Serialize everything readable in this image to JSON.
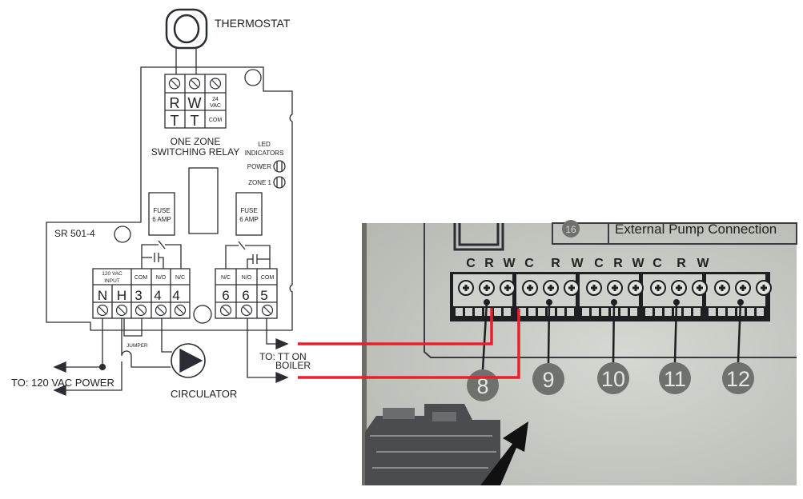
{
  "relay": {
    "thermostat_label": "THERMOSTAT",
    "top_terminals": {
      "row1": [
        "R",
        "W",
        "24 VAC"
      ],
      "row2": [
        "T",
        "T",
        "COM"
      ],
      "vac_line1": "24",
      "vac_line2": "VAC"
    },
    "title_line1": "ONE ZONE",
    "title_line2": "SWITCHING RELAY",
    "led_title_line1": "LED",
    "led_title_line2": "INDICATORS",
    "led_power": "POWER",
    "led_zone": "ZONE 1",
    "fuse_line1": "FUSE",
    "fuse_line2": "6 AMP",
    "model": "SR 501-4",
    "left_block": {
      "input_line1": "120 VAC",
      "input_line2": "INPUT",
      "headers": [
        "COM",
        "N/O",
        "N/C"
      ],
      "numbers": [
        "N",
        "H",
        "3",
        "4",
        "4"
      ]
    },
    "right_block": {
      "headers": [
        "N/C",
        "N/O",
        "COM"
      ],
      "numbers": [
        "6",
        "6",
        "5"
      ]
    },
    "jumper": "JUMPER",
    "power_label": "TO: 120 VAC POWER",
    "circulator_label": "CIRCULATOR",
    "boiler_label_line1": "TO: TT ON",
    "boiler_label_line2": "BOILER"
  },
  "photo": {
    "header_number": "16",
    "header_text": "External Pump Connection",
    "terminal_labels": [
      "C",
      "R",
      "W",
      "C",
      "R",
      "W",
      "C",
      "R",
      "W",
      "C",
      "R",
      "W"
    ],
    "zones": [
      "8",
      "9",
      "10",
      "11",
      "12"
    ]
  },
  "colors": {
    "wire_red": "#e8202a",
    "ink": "#2a2d33",
    "paper": "#c9cbc6"
  }
}
